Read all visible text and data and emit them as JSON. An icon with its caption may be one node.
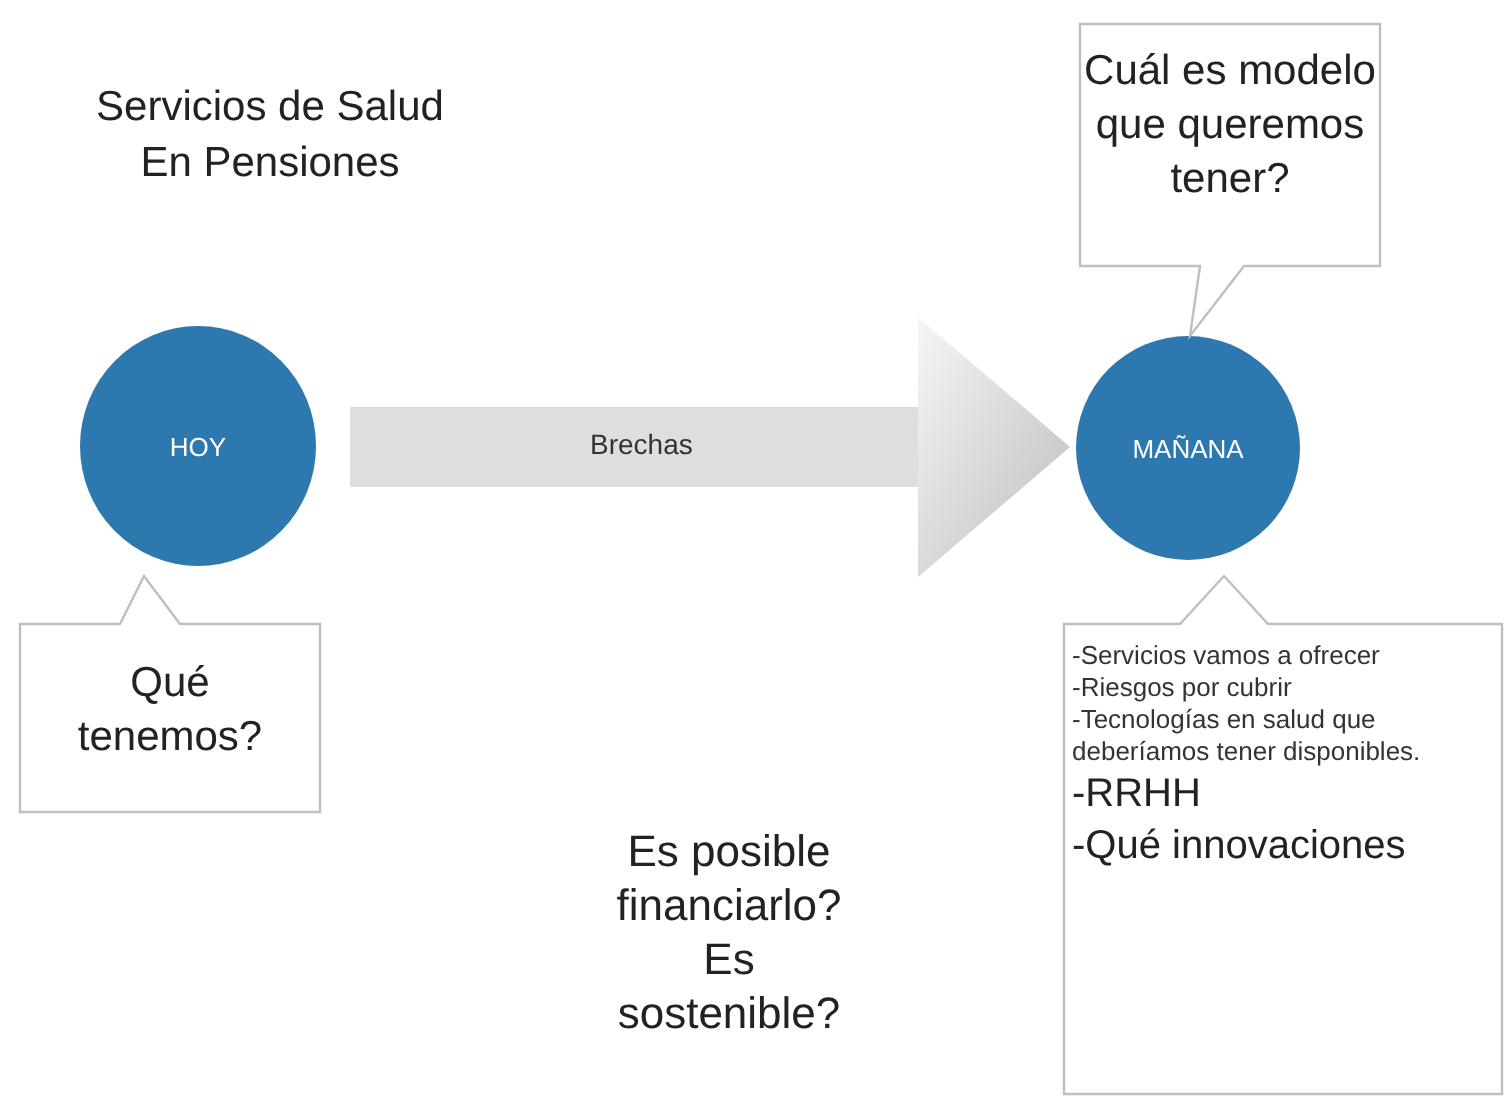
{
  "diagram": {
    "title": "Servicios de Salud En Pensiones",
    "nodes": [
      {
        "text": [
          "HOY"
        ]
      },
      {
        "text": [
          "MAÑANA"
        ]
      },
      {
        "text": [
          "Qué tenemos?"
        ]
      },
      {
        "text": [
          "Cuál es modelo que queremos tener?"
        ]
      },
      {
        "text": [
          "-Servicios vamos  a ofrecer",
          "-Riesgos por cubrir",
          "-Tecnologías en salud que deberíamos tener disponibles.",
          "-RRHH",
          "-Qué innovaciones"
        ]
      }
    ],
    "edges": [
      {
        "from": 0,
        "to": 1,
        "arrow": "to",
        "label": "Brechas"
      }
    ],
    "labels": [
      "Es posible financiarlo? Es sostenible?"
    ]
  }
}
